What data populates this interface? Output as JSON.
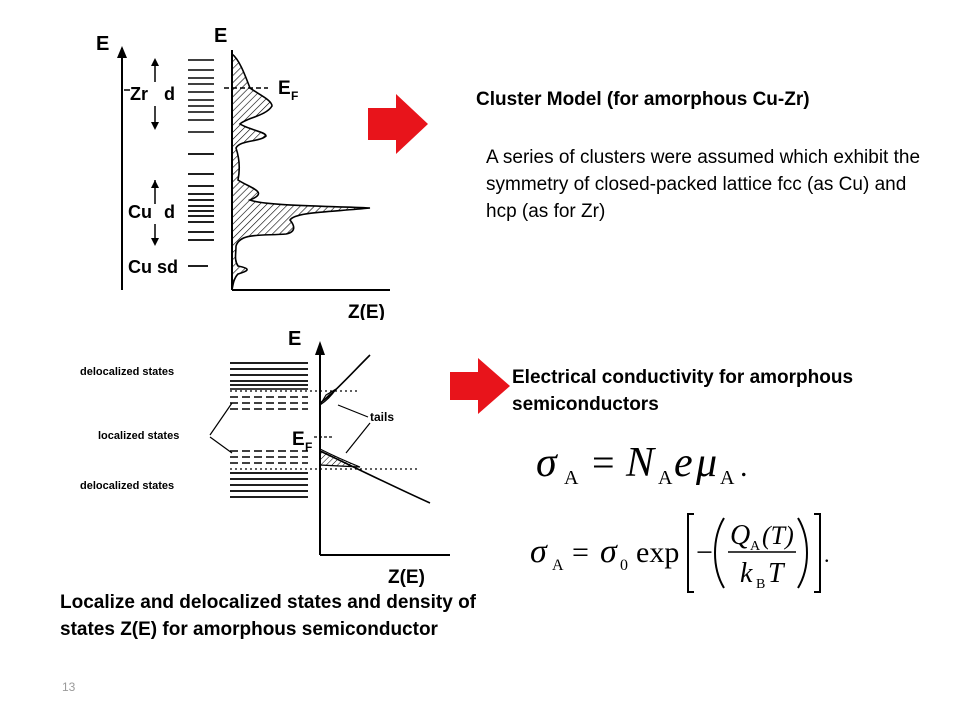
{
  "cluster": {
    "title": "Cluster Model (for amorphous Cu-Zr)",
    "description": "A series of clusters were assumed which exhibit the symmetry of closed-packed lattice fcc (as Cu) and hcp (as for Zr)"
  },
  "conductivity": {
    "title": "Electrical conductivity for amorphous semiconductors"
  },
  "bottom_caption": "Localize and delocalized states and density of states Z(E) for amorphous semiconductor",
  "slide_number": "13",
  "colors": {
    "arrow": "#e8141b"
  },
  "top_diagram": {
    "axis_e_left": "E",
    "axis_e_right": "E",
    "fermi": "E",
    "fermi_sub": "F",
    "zr_label": "Zr",
    "zr_d": "d",
    "cu_label": "Cu",
    "cu_d": "d",
    "cu_sd": "Cu sd",
    "x_label": "Z(E)"
  },
  "bottom_diagram": {
    "axis_e": "E",
    "delocalized_top": "delocalized states",
    "localized": "localized states",
    "delocalized_bottom": "delocalized states",
    "tails": "tails",
    "fermi": "E",
    "fermi_sub": "F",
    "x_label": "Z(E)"
  },
  "equations": {
    "eq1": {
      "sigma": "σ",
      "sub": "A",
      "equals": "=",
      "n": "N",
      "n_sub": "A",
      "e": "e",
      "mu": "μ",
      "mu_sub": "A",
      "end": "."
    },
    "eq2": {
      "sigma": "σ",
      "sub": "A",
      "equals": "=",
      "sigma0": "σ",
      "zero": "0",
      "exp": "exp",
      "minus": "−",
      "q": "Q",
      "q_sub": "A",
      "t_arg": "(T)",
      "k": "k",
      "k_sub": "B",
      "t": "T",
      "end": "."
    }
  }
}
